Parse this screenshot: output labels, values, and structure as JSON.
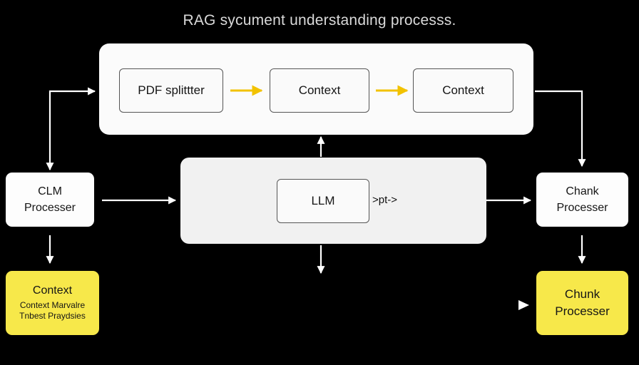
{
  "title": "RAG sycument understanding processs.",
  "top_row": {
    "nodes": [
      {
        "label": "PDF splittter"
      },
      {
        "label": "Context"
      },
      {
        "label": "Context"
      }
    ]
  },
  "middle": {
    "llm_label": "LLM",
    "arrow_text": ">pt->"
  },
  "left": {
    "processor_line1": "CLM",
    "processor_line2": "Processer",
    "context_title": "Context",
    "context_line1": "Context Marvalre",
    "context_line2": "Tnbest Praydsies"
  },
  "right": {
    "processor_line1": "Chank",
    "processor_line2": "Processer",
    "chunk_line1": "Chunk",
    "chunk_line2": "Processer"
  },
  "colors": {
    "background": "#000000",
    "panel": "#fbfbfb",
    "highlight": "#f7e84a",
    "accent_arrow": "#f2c200",
    "connector": "#ffffff"
  }
}
